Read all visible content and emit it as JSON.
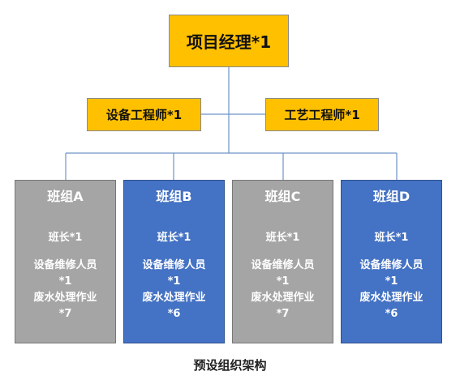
{
  "project_manager": "项目经理*1",
  "engineers": [
    "设备工程师*1",
    "工艺工程师*1"
  ],
  "teams": [
    {
      "name": "班组A",
      "leader": "班长*1",
      "maint_1": "设备维修人员",
      "maint_2": "*1",
      "waste_1": "废水处理作业",
      "waste_2": "*7",
      "color": "#a5a5a5"
    },
    {
      "name": "班组B",
      "leader": "班长*1",
      "maint_1": "设备维修人员",
      "maint_2": "*1",
      "waste_1": "废水处理作业",
      "waste_2": "*6",
      "color": "#4472c4"
    },
    {
      "name": "班组C",
      "leader": "班长*1",
      "maint_1": "设备维修人员",
      "maint_2": "*1",
      "waste_1": "废水处理作业",
      "waste_2": "*7",
      "color": "#a5a5a5"
    },
    {
      "name": "班组D",
      "leader": "班长*1",
      "maint_1": "设备维修人员",
      "maint_2": "*1",
      "waste_1": "废水处理作业",
      "waste_2": "*6",
      "color": "#4472c4"
    }
  ],
  "caption": "预设组织架构",
  "colors": {
    "manager": "#ffc000",
    "gray_team": "#a5a5a5",
    "blue_team": "#4472c4",
    "connector": "#6f93c6"
  }
}
